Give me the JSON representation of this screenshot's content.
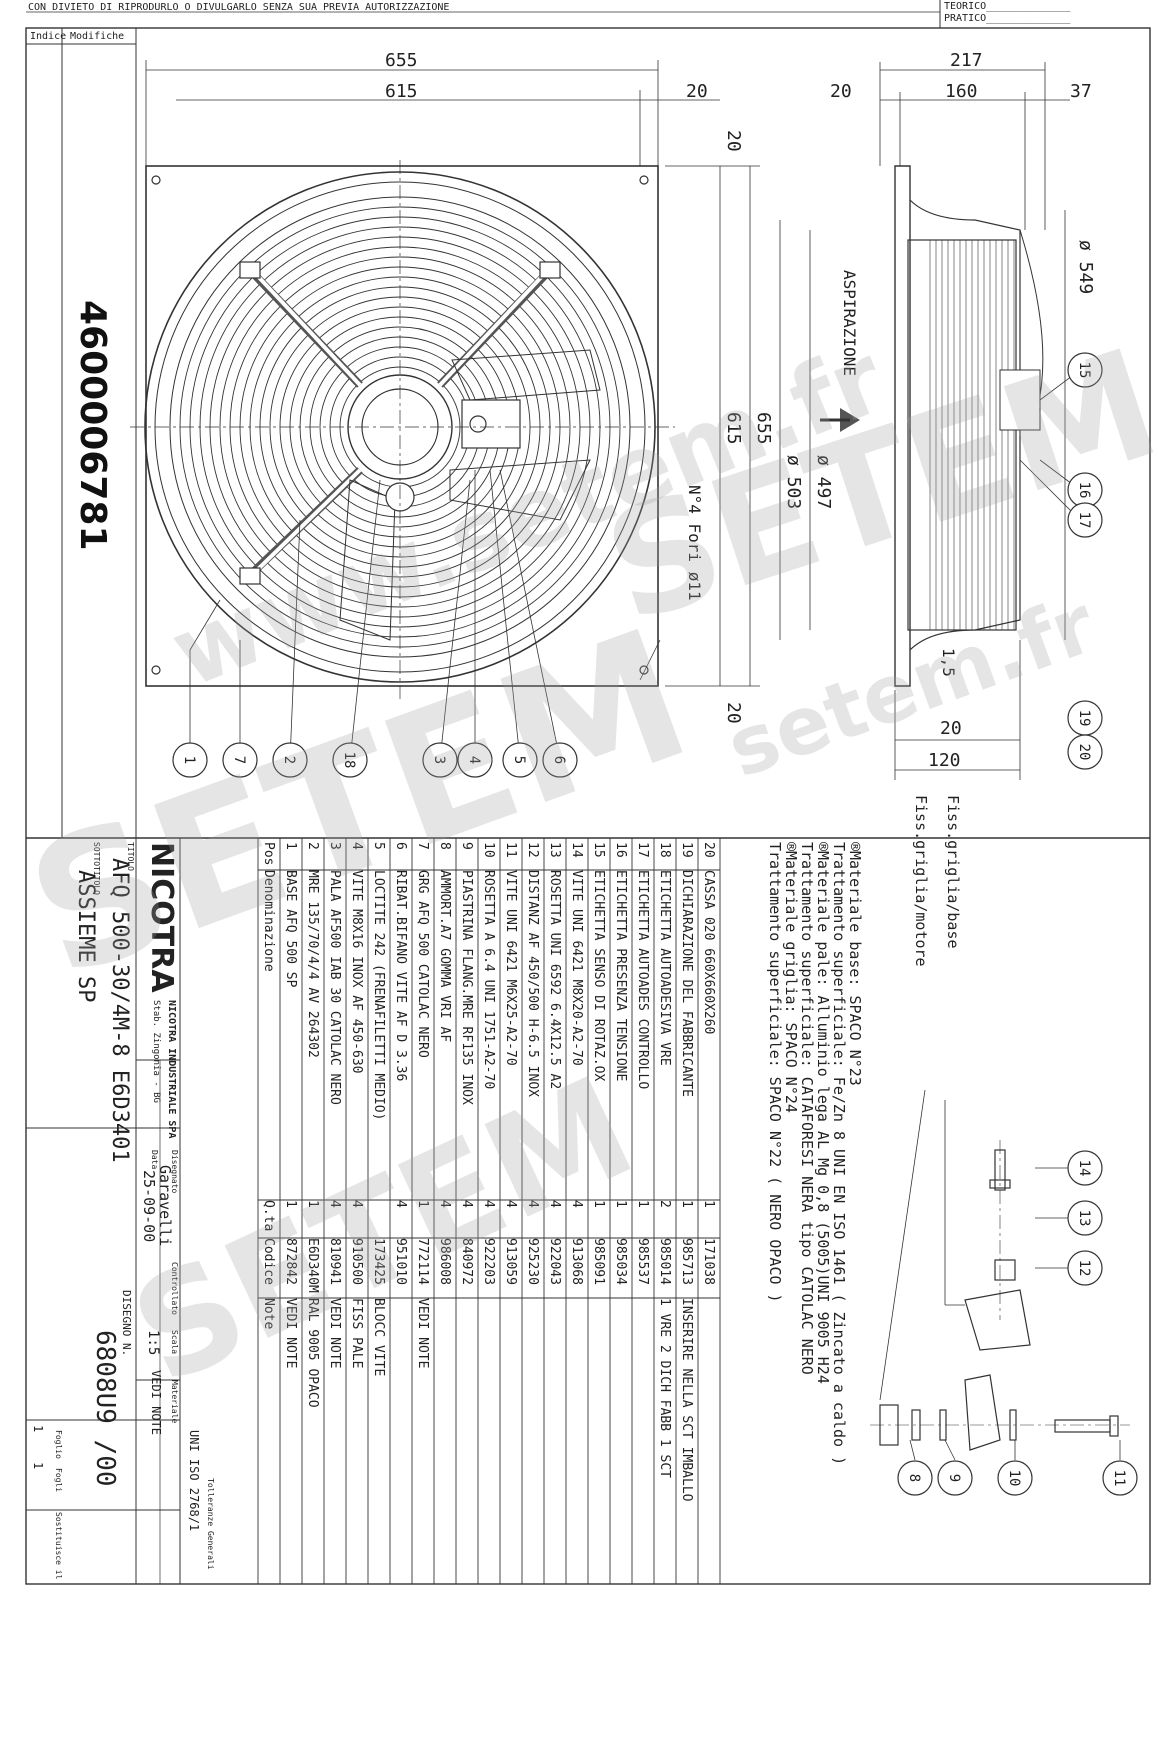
{
  "header": {
    "notice": "CON DIVIETO DI RIPRODURLO O DIVULGARLO SENZA SUA PREVIA AUTORIZZAZIONE",
    "teorico": "TEORICO",
    "pratico": "PRATICO",
    "indice": "Indice",
    "modifiche": "Modifiche"
  },
  "part_number": "4600006781",
  "dims": {
    "d655": "655",
    "d615": "615",
    "d20a": "20",
    "d217": "217",
    "d20b": "20",
    "d160": "160",
    "d37": "37",
    "v20top": "20",
    "v615": "615",
    "v655": "655",
    "v20bot": "20",
    "d549": "ø 549",
    "d497": "ø 497",
    "d503": "ø 503",
    "d15": "1,5",
    "d20c": "20",
    "d120": "120",
    "holes": "N°4 Fori ø11",
    "aspirazione": "ASPIRAZIONE"
  },
  "balloons_front": [
    "1",
    "7",
    "2",
    "18",
    "3",
    "4",
    "5",
    "6"
  ],
  "balloons_side": [
    "15",
    "16",
    "17",
    "19",
    "20"
  ],
  "balloons_detail": [
    "14",
    "13",
    "12",
    "11",
    "10",
    "9",
    "8"
  ],
  "notes": [
    "®Materiale base: SPACO N°23",
    "  Trattamento superficiale: Fe/Zn 8 UNI EN ISO 1461 ( Zincato a caldo )",
    "®Materiale pale: Alluminio lega AL Mg 0,8 (5005)UNI 9005 H24",
    "  Trattamento superficiale: CATAFORESI NERA tipo CATOLAC NERO",
    "®Materiale griglia: SPACO N°24",
    "  Trattamento superficiale: SPACO N°22 ( NERO OPACO )"
  ],
  "fix_labels": {
    "grid_base": "Fiss.griglia/base",
    "grid_motor": "Fiss.griglia/motore"
  },
  "bom_header": {
    "pos": "Pos",
    "denominazione": "Denominazione",
    "qta": "Q.ta",
    "codice": "Codice",
    "note": "Note"
  },
  "bom": [
    {
      "pos": "20",
      "name": "CASSA 020 660X660X260",
      "qty": "1",
      "code": "171038",
      "note": ""
    },
    {
      "pos": "19",
      "name": "DICHIARAZIONE DEL FABBRICANTE",
      "qty": "1",
      "code": "985713",
      "note": "INSERIRE NELLA SCT IMBALLO"
    },
    {
      "pos": "18",
      "name": "ETICHETTA AUTOADESIVA VRE",
      "qty": "2",
      "code": "985014",
      "note": "1 VRE 2 DICH FABB 1 SCT"
    },
    {
      "pos": "17",
      "name": "ETICHETTA AUTOADES CONTROLLO",
      "qty": "1",
      "code": "985537",
      "note": ""
    },
    {
      "pos": "16",
      "name": "ETICHETTA PRESENZA TENSIONE",
      "qty": "1",
      "code": "985034",
      "note": ""
    },
    {
      "pos": "15",
      "name": "ETICHETTA SENSO DI ROTAZ.OX",
      "qty": "1",
      "code": "985091",
      "note": ""
    },
    {
      "pos": "14",
      "name": "VITE UNI 6421 M8X20-A2-70",
      "qty": "4",
      "code": "913068",
      "note": ""
    },
    {
      "pos": "13",
      "name": "ROSETTA UNI 6592 6.4X12.5 A2",
      "qty": "4",
      "code": "922043",
      "note": ""
    },
    {
      "pos": "12",
      "name": "DISTANZ AF 450/500 H-6.5 INOX",
      "qty": "4",
      "code": "925230",
      "note": ""
    },
    {
      "pos": "11",
      "name": "VITE UNI 6421 M6X25-A2-70",
      "qty": "4",
      "code": "913059",
      "note": ""
    },
    {
      "pos": "10",
      "name": "ROSETTA A 6.4 UNI 1751-A2-70",
      "qty": "4",
      "code": "922203",
      "note": ""
    },
    {
      "pos": "9",
      "name": "PIASTRINA FLANG.MRE RF135 INOX",
      "qty": "4",
      "code": "840972",
      "note": ""
    },
    {
      "pos": "8",
      "name": "AMMORT.A7 GOMMA VRI AF",
      "qty": "4",
      "code": "986008",
      "note": ""
    },
    {
      "pos": "7",
      "name": "GRG AFQ 500 CATOLAC NERO",
      "qty": "1",
      "code": "772114",
      "note": "VEDI NOTE"
    },
    {
      "pos": "6",
      "name": "RIBAT.BIFANO VITE AF D 3.36",
      "qty": "4",
      "code": "951010",
      "note": ""
    },
    {
      "pos": "5",
      "name": "LOCTITE 242 (FRENAFILETTI MEDIO)",
      "qty": "",
      "code": "173425",
      "note": "BLOCC VITE"
    },
    {
      "pos": "4",
      "name": "VITE M8X16 INOX AF 450-630",
      "qty": "4",
      "code": "910500",
      "note": "FISS PALE"
    },
    {
      "pos": "3",
      "name": "PALA AF500 IAB 30 CATOLAC NERO",
      "qty": "4",
      "code": "810941",
      "note": "VEDI NOTE"
    },
    {
      "pos": "2",
      "name": "MRE 135/70/4/4 AV 264302",
      "qty": "1",
      "code": "E6D340M",
      "note": "RAL 9005 OPACO"
    },
    {
      "pos": "1",
      "name": "BASE AFQ 500 SP",
      "qty": "1",
      "code": "872842",
      "note": "VEDI NOTE"
    }
  ],
  "title_block": {
    "company": "NICOTRA",
    "company_full": "NICOTRA INDUSTRIALE SPA",
    "company_place": "Stab. Zingonia - BG",
    "titolo_lbl": "TITOLO",
    "titolo": "AFQ 500-30/4M-8      E6D3401",
    "sottotitolo_lbl": "SOTTOTITOLO",
    "sottotitolo": "ASSIEME SP",
    "disegnato_lbl": "Disegnato",
    "disegnato": "Garavelli",
    "data_lbl": "Data",
    "data": "25-09-00",
    "controllato_lbl": "Controllato",
    "scala_lbl": "Scala",
    "scala": "1:5",
    "materiale_lbl": "Materiale",
    "materiale": "VEDI NOTE",
    "tolleranze_lbl": "Tolleranze Generali",
    "tolleranze": "UNI ISO 2768/1",
    "disegno_lbl": "DISEGNO N.",
    "disegno": "6808U9 /00",
    "foglio_lbl": "Foglio",
    "foglio": "1",
    "fogli_lbl": "Fogli",
    "fogli": "1",
    "sostituisce_lbl": "Sostituisce il"
  },
  "watermarks": [
    "SETEM",
    "www.setem.fr",
    "SETEM",
    "SETEM",
    "setem.fr"
  ]
}
